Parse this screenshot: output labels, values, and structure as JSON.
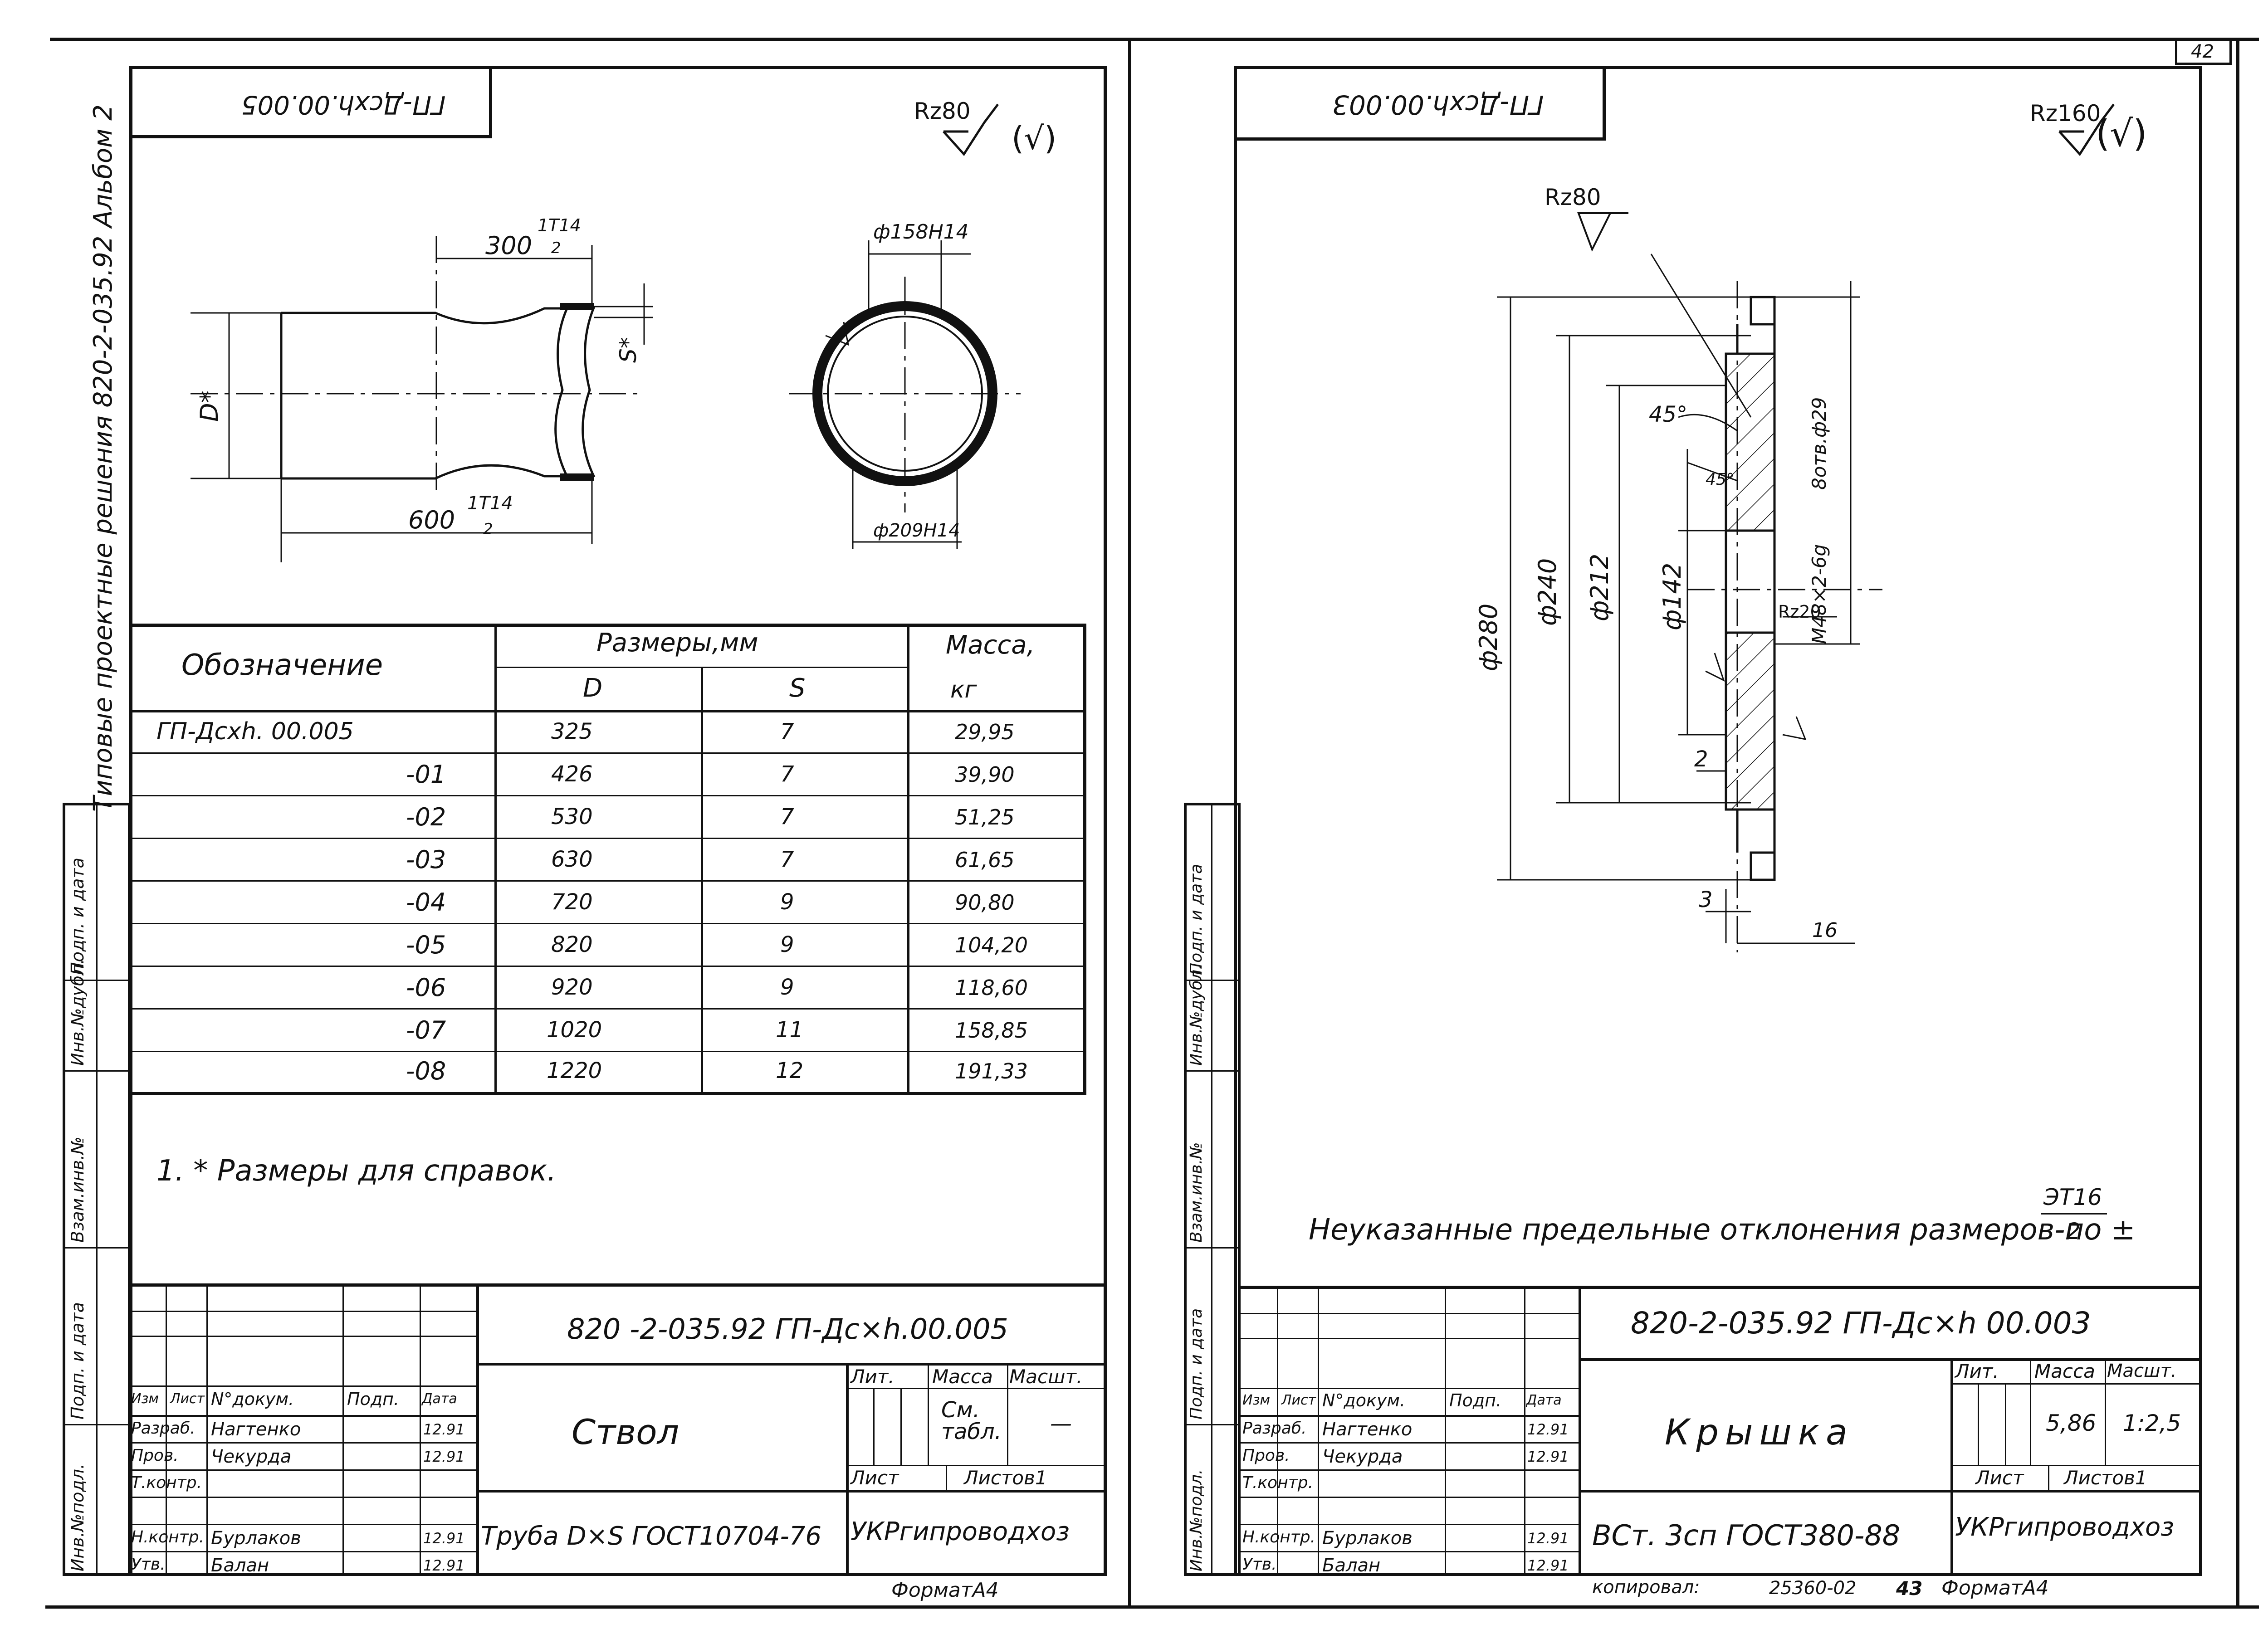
{
  "page_number": "42",
  "copy_note": "копировал:",
  "copy_number": "25360-02",
  "copy_sheet": "43",
  "album_side_text": "Типовые проектные решения 820-2-035.92 Альбом 2",
  "stamp_labels": {
    "inv_podl": "Инв.№подл.",
    "podp_data": "Подп. и дата",
    "vzam_inv": "Взам.инв.№",
    "inv_dubl": "Инв.№дубл.",
    "podp_data2": "Подп. и дата"
  },
  "sheet1": {
    "corner_code": "ГП-Дсхh.00.005",
    "roughness_label": "Rz80",
    "roughness_paren": "(√)",
    "dims": {
      "len300": "300",
      "tol300_num": "1Т14",
      "tol300_den": "2",
      "len600": "600",
      "tol600_num": "1Т14",
      "tol600_den": "2",
      "d_star": "D*",
      "s_star": "S*",
      "phi158": "ф158Н14",
      "phi209": "ф209Н14"
    },
    "table": {
      "col_designation": "Обозначение",
      "col_sizes": "Размеры,мм",
      "col_d": "D",
      "col_s": "S",
      "col_mass": "Масса,",
      "col_mass_unit": "кг",
      "rows": [
        {
          "designation": "ГП-Дсхh. 00.005",
          "d": "325",
          "s": "7",
          "mass": "29,95"
        },
        {
          "designation": "-01",
          "d": "426",
          "s": "7",
          "mass": "39,90"
        },
        {
          "designation": "-02",
          "d": "530",
          "s": "7",
          "mass": "51,25"
        },
        {
          "designation": "-03",
          "d": "630",
          "s": "7",
          "mass": "61,65"
        },
        {
          "designation": "-04",
          "d": "720",
          "s": "9",
          "mass": "90,80"
        },
        {
          "designation": "-05",
          "d": "820",
          "s": "9",
          "mass": "104,20"
        },
        {
          "designation": "-06",
          "d": "920",
          "s": "9",
          "mass": "118,60"
        },
        {
          "designation": "-07",
          "d": "1020",
          "s": "11",
          "mass": "158,85"
        },
        {
          "designation": "-08",
          "d": "1220",
          "s": "12",
          "mass": "191,33"
        }
      ]
    },
    "note": "1. * Размеры для справок.",
    "title_block": {
      "doc_code": "820 -2-035.92  ГП-Дс×h.00.005",
      "name": "Ствол",
      "material": "Труба D×S  ГОСТ10704-76",
      "org": "УКРгипроводхоз",
      "lit": "Лит.",
      "mass": "Масса",
      "scale": "Масшт.",
      "mass_val": "См. табл.",
      "scale_val": "—",
      "sheet": "Лист",
      "sheets": "Листов1",
      "hdr_izm": "Изм",
      "hdr_list": "Лист",
      "hdr_doc": "N°докум.",
      "hdr_podp": "Подп.",
      "hdr_data": "Дата",
      "roles": [
        {
          "role": "Разраб.",
          "name": "Нагтенко",
          "date": "12.91"
        },
        {
          "role": "Пров.",
          "name": "Чекурда",
          "date": "12.91"
        },
        {
          "role": "Т.контр.",
          "name": "",
          "date": ""
        },
        {
          "role": "",
          "name": "",
          "date": ""
        },
        {
          "role": "Н.контр.",
          "name": "Бурлаков",
          "date": "12.91"
        },
        {
          "role": "Утв.",
          "name": "Балан",
          "date": "12.91"
        }
      ],
      "format": "ФорматА4"
    }
  },
  "sheet2": {
    "corner_code": "ГП-Дсхh.00.003",
    "roughness_label": "Rz160",
    "roughness_paren": "(√)",
    "dims": {
      "rz80": "Rz80",
      "a45a": "45°",
      "a45b": "45°",
      "phi280": "ф280",
      "phi240": "ф240",
      "phi212": "ф212",
      "phi142": "ф142",
      "holes": "8отв.ф29",
      "thread": "М48×2-6g",
      "rz20": "Rz20",
      "d2": "2",
      "d3": "3",
      "d16": "16"
    },
    "note": "Неуказанные предельные отклонения размеров-по ±",
    "note_num": "ЭТ16",
    "note_den": "2",
    "title_block": {
      "doc_code": "820-2-035.92  ГП-Дс×h  00.003",
      "name": "Крышка",
      "material": "ВСт. 3сп ГОСТ380-88",
      "org": "УКРгипроводхоз",
      "lit": "Лит.",
      "mass": "Масса",
      "scale": "Масшт.",
      "mass_val": "5,86",
      "scale_val": "1:2,5",
      "sheet": "Лист",
      "sheets": "Листов1",
      "hdr_izm": "Изм",
      "hdr_list": "Лист",
      "hdr_doc": "N°докум.",
      "hdr_podp": "Подп.",
      "hdr_data": "Дата",
      "roles": [
        {
          "role": "Разраб.",
          "name": "Нагтенко",
          "date": "12.91"
        },
        {
          "role": "Пров.",
          "name": "Чекурда",
          "date": "12.91"
        },
        {
          "role": "Т.контр.",
          "name": "",
          "date": ""
        },
        {
          "role": "",
          "name": "",
          "date": ""
        },
        {
          "role": "Н.контр.",
          "name": "Бурлаков",
          "date": "12.91"
        },
        {
          "role": "Утв.",
          "name": "Балан",
          "date": "12.91"
        }
      ],
      "format": "ФорматА4"
    }
  }
}
